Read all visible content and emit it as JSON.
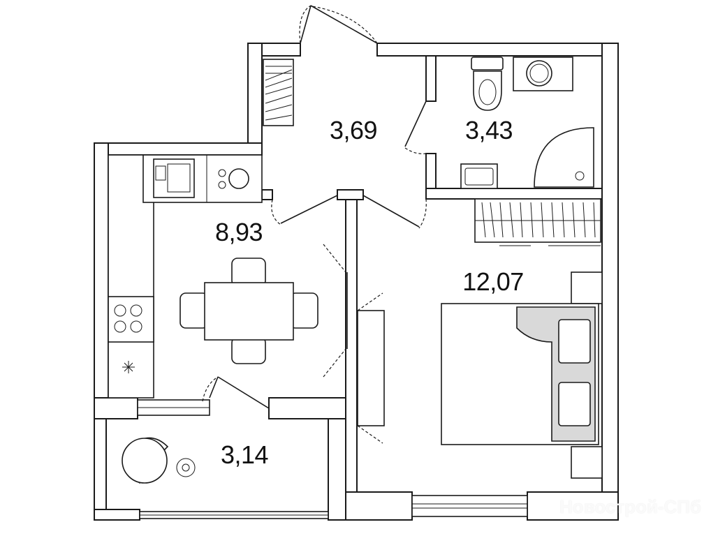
{
  "rooms": [
    {
      "id": "hall",
      "area": "3,69"
    },
    {
      "id": "bathroom",
      "area": "3,43"
    },
    {
      "id": "kitchen",
      "area": "8,93"
    },
    {
      "id": "bedroom",
      "area": "12,07"
    },
    {
      "id": "balcony",
      "area": "3,14"
    }
  ],
  "watermark": "Новострой-СПб"
}
